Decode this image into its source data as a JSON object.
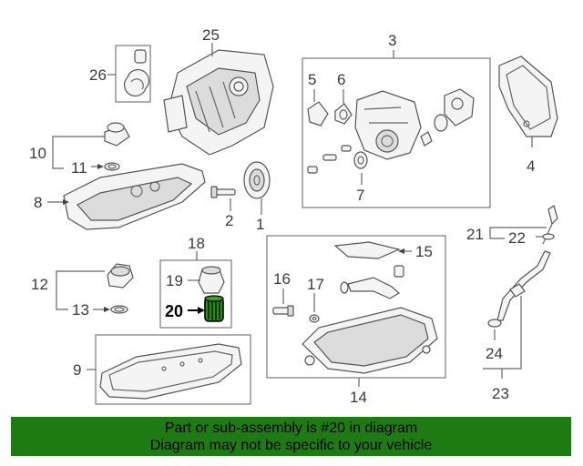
{
  "callouts": {
    "c1": "1",
    "c2": "2",
    "c3": "3",
    "c4": "4",
    "c5": "5",
    "c6": "6",
    "c7": "7",
    "c8": "8",
    "c9": "9",
    "c10": "10",
    "c11": "11",
    "c12": "12",
    "c13": "13",
    "c14": "14",
    "c15": "15",
    "c16": "16",
    "c17": "17",
    "c18": "18",
    "c19": "19",
    "c20": "20",
    "c21": "21",
    "c22": "22",
    "c23": "23",
    "c24": "24",
    "c25": "25",
    "c26": "26"
  },
  "highlight": {
    "callout": "20",
    "color": "#000000",
    "part_fill": "#2d8a1c"
  },
  "footer": {
    "line1": "Part or sub-assembly is #20 in diagram",
    "line2": "Diagram may not be specific to your vehicle",
    "background": "#1e7a12"
  }
}
